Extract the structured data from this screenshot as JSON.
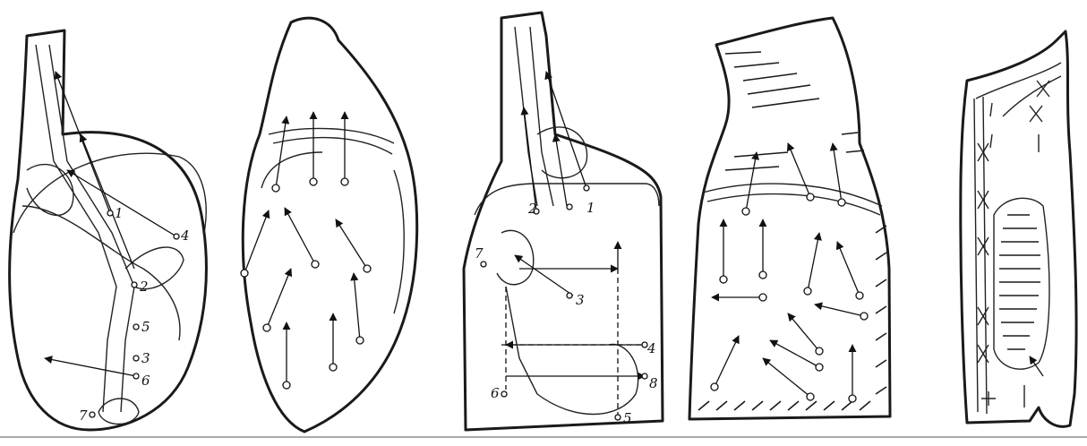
{
  "panels": [
    {
      "id": "panel-1",
      "labels": [
        "1",
        "2",
        "4",
        "5",
        "3",
        "6",
        "7"
      ]
    },
    {
      "id": "panel-2",
      "labels": []
    },
    {
      "id": "panel-3",
      "labels": [
        "1",
        "2",
        "7",
        "3",
        "4",
        "6",
        "8",
        "5"
      ]
    },
    {
      "id": "panel-4",
      "labels": []
    },
    {
      "id": "panel-5",
      "labels": []
    }
  ]
}
